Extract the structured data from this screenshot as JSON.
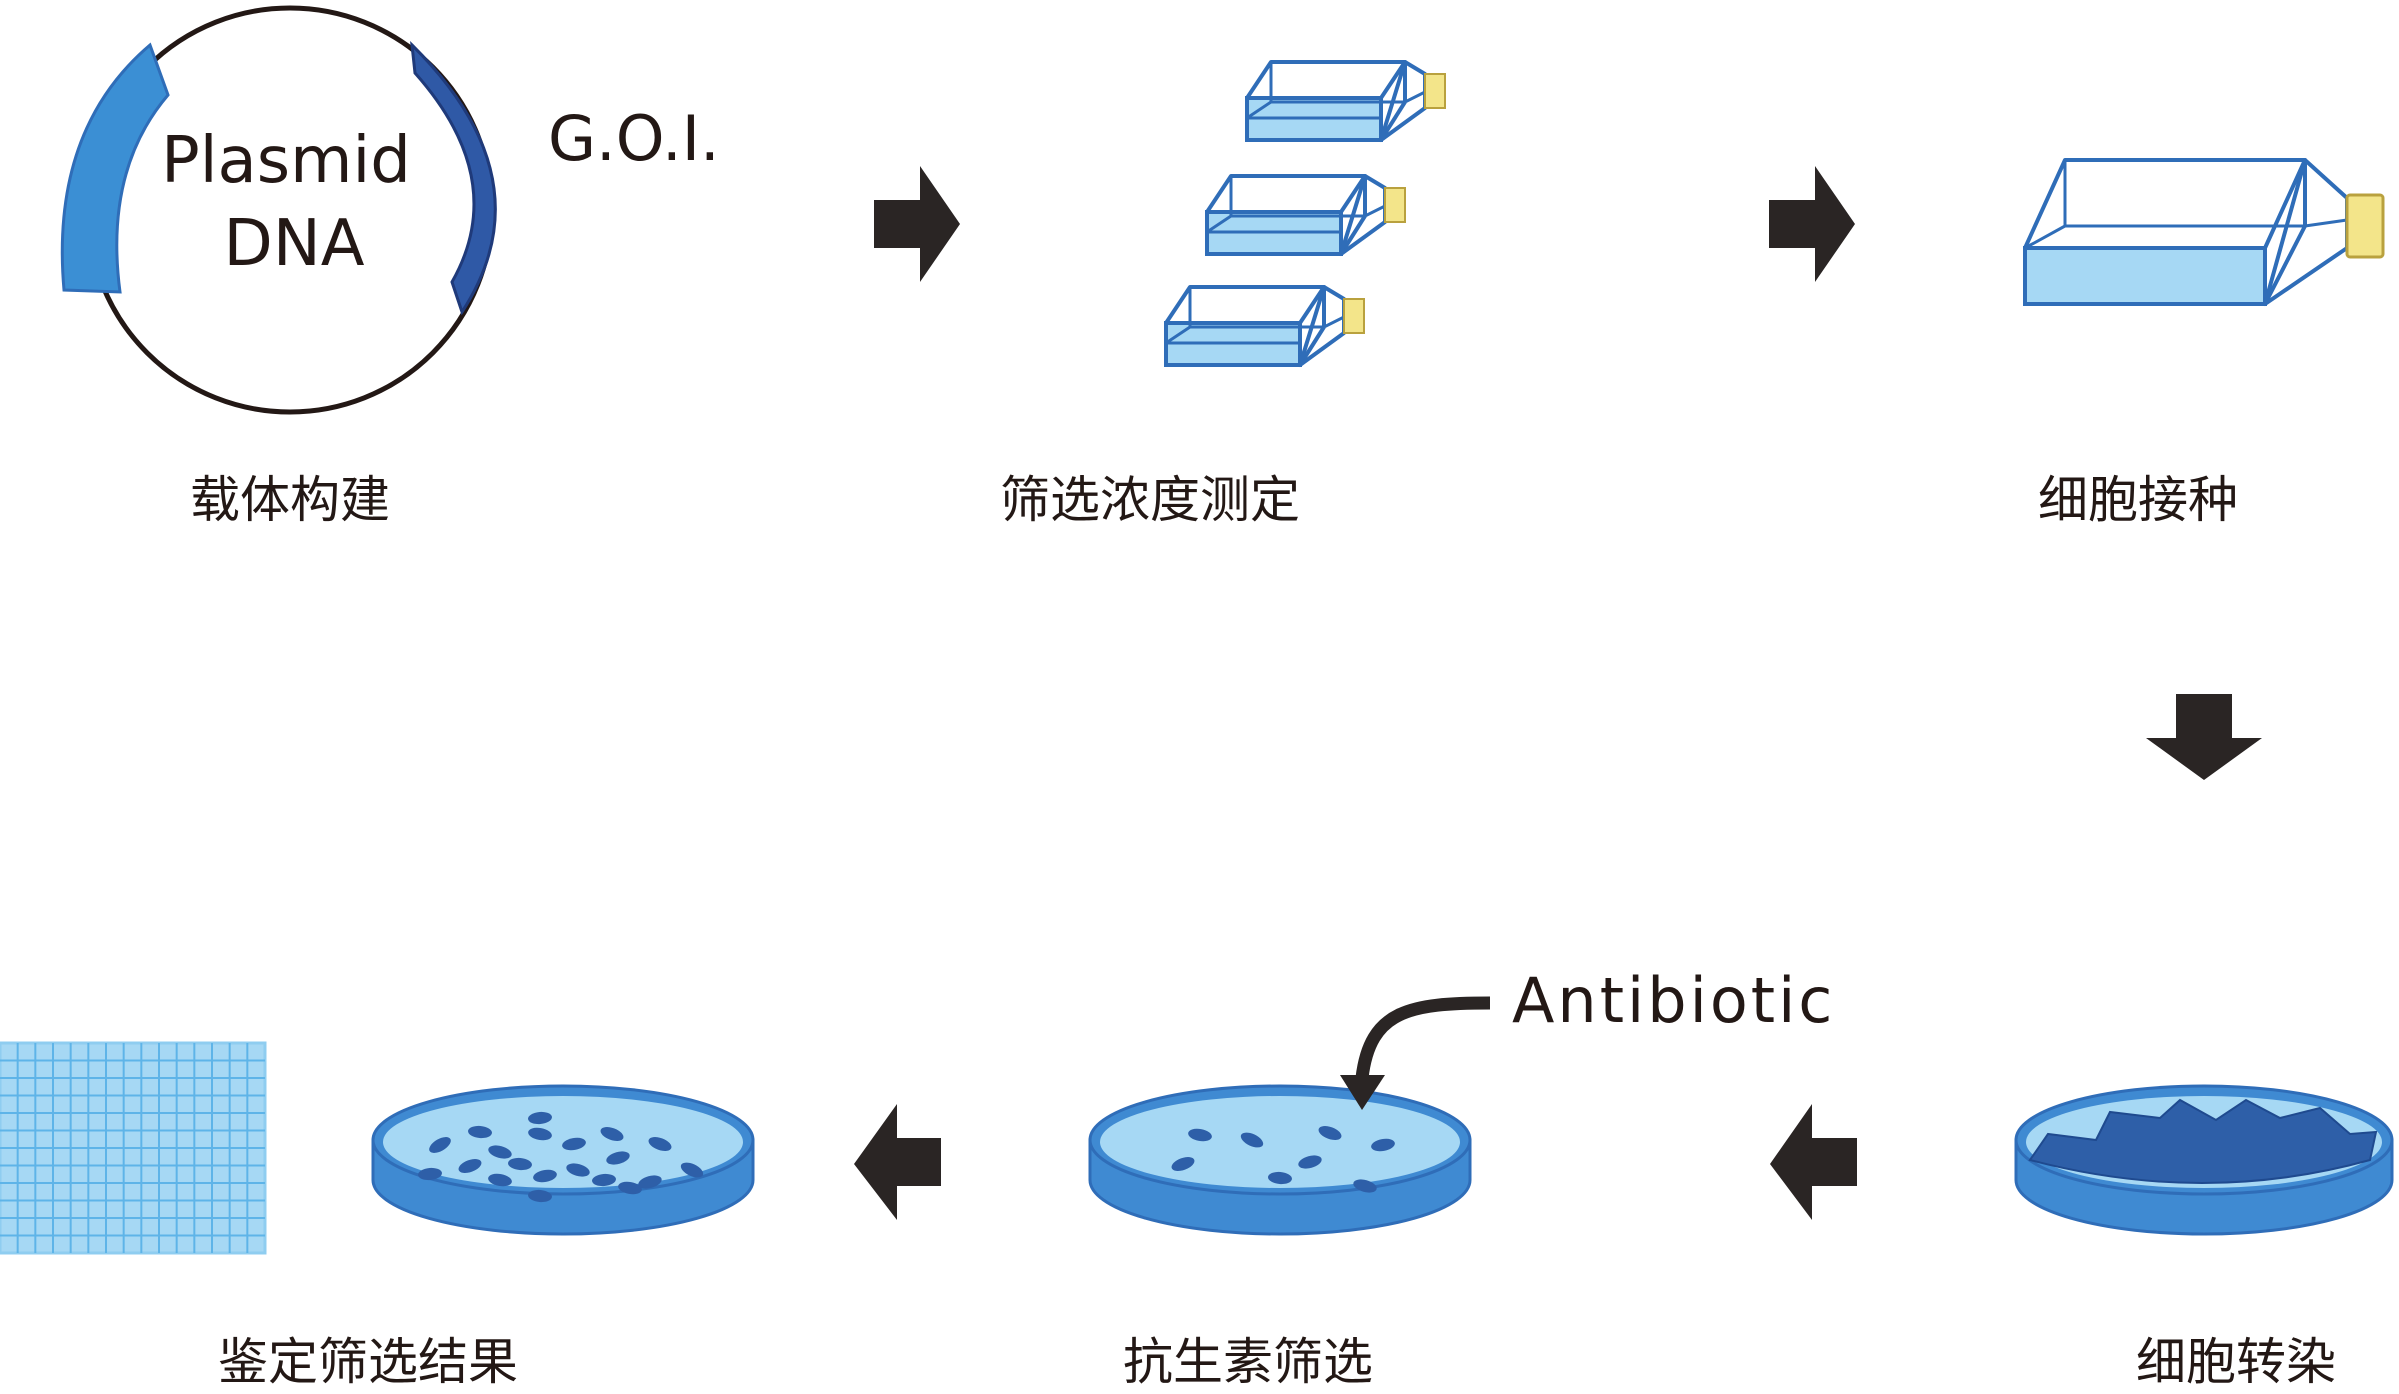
{
  "plasmid": {
    "line1": "Plasmid",
    "line2": "DNA",
    "goi": "G.O.I."
  },
  "steps": [
    {
      "id": "vector",
      "label": "载体构建"
    },
    {
      "id": "screening-concentration",
      "label": "筛选浓度测定"
    },
    {
      "id": "cell-seeding",
      "label": "细胞接种"
    },
    {
      "id": "transfection",
      "label": "细胞转染"
    },
    {
      "id": "antibiotic-selection",
      "label": "抗生素筛选"
    },
    {
      "id": "identification",
      "label": "鉴定筛选结果"
    }
  ],
  "antibiotic": "Antibiotic",
  "colors": {
    "arrow": "#2a2524",
    "flask_stroke": "#2f6db8",
    "flask_liquid": "#a6d8f4",
    "cap": "#f3e58a",
    "cap_stroke": "#b9a13e",
    "dish_rim": "#3f8ad2",
    "dish_inner": "#a6d8f4",
    "cell": "#2e5fa8",
    "arc_light": "#3b8fd4",
    "arc_dark": "#2f59a6",
    "grid": "#8fcdf0"
  }
}
